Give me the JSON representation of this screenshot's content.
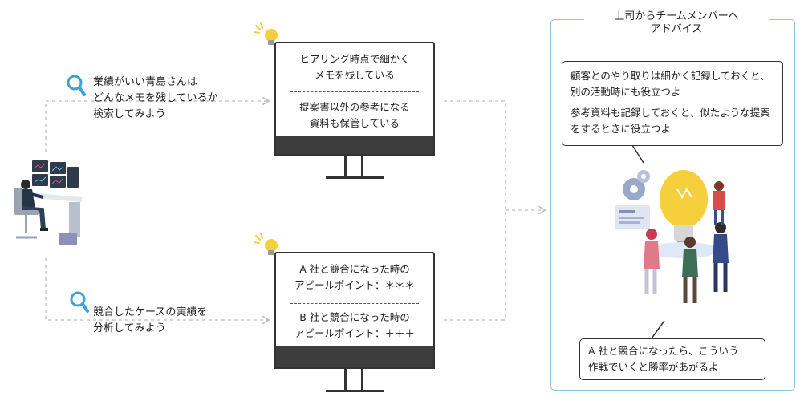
{
  "captions": {
    "memo_search_line1": "業績がいい青島さんは",
    "memo_search_line2": "どんなメモを残しているか",
    "memo_search_line3": "検索してみよう",
    "case_analysis_line1": "競合したケースの実績を",
    "case_analysis_line2": "分析してみよう"
  },
  "monitor_top": {
    "memo1_line1": "ヒアリング時点で細かく",
    "memo1_line2": "メモを残している",
    "memo2_line1": "提案書以外の参考になる",
    "memo2_line2": "資料も保管している"
  },
  "monitor_bottom": {
    "memo1_line1": "A 社と競合になった時の",
    "memo1_line2": "アピールポイント：＊＊＊",
    "memo2_line1": "B 社と競合になった時の",
    "memo2_line2": "アピールポイント：＋＋＋"
  },
  "advice_panel": {
    "title_line1": "上司からチームメンバーへ",
    "title_line2": "アドバイス",
    "bubble_top_para1": "顧客とのやり取りは細かく記録しておくと、別の活動時にも役立つよ",
    "bubble_top_para2": "参考資料も記録しておくと、似たような提案をするときに役立つよ",
    "bubble_bottom_line1": "A 社と競合になったら、こういう",
    "bubble_bottom_line2": "作戦でいくと勝率があがるよ"
  },
  "colors": {
    "panel_border": "#8fc3dd",
    "connector": "#bdbdbd",
    "search_icon": "#3aa3dc",
    "bulb_yellow": "#f6cf3c",
    "monitor_bezel": "#3d3d3d"
  }
}
